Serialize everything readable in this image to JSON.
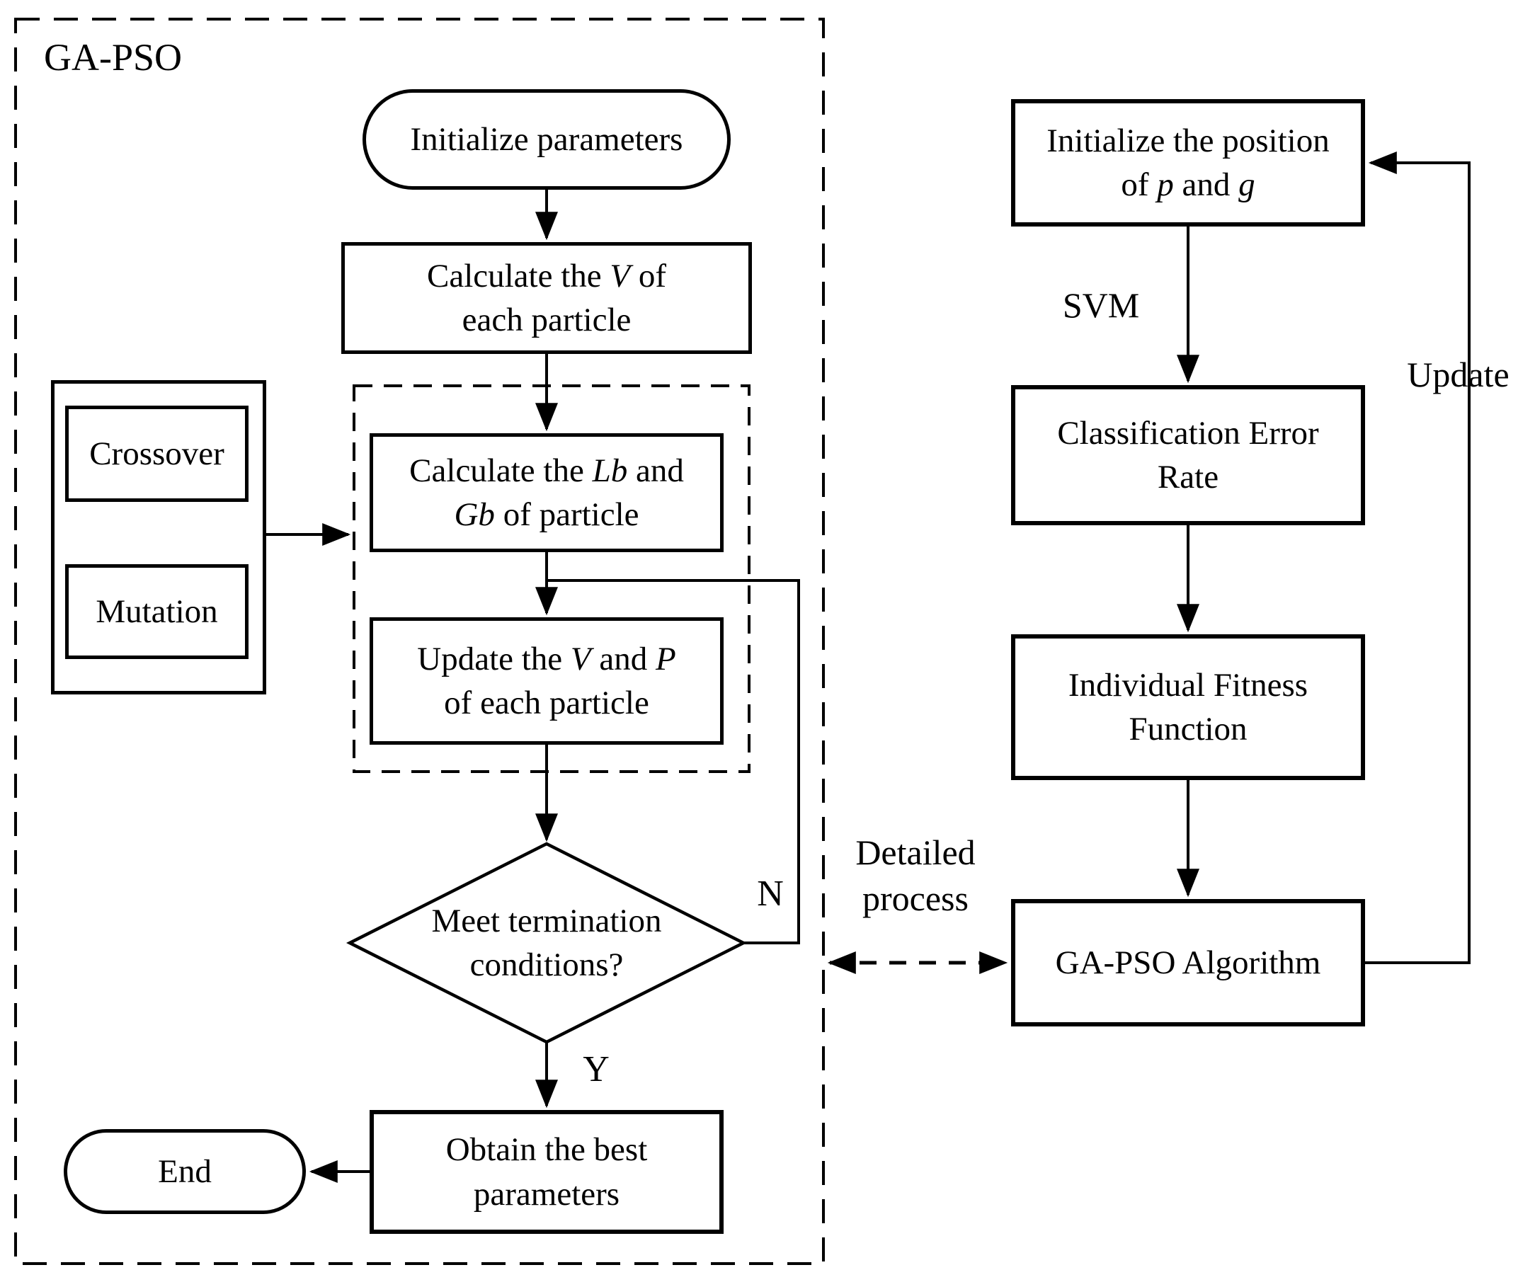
{
  "colors": {
    "stroke": "#000000",
    "background": "#ffffff"
  },
  "labels": {
    "group": "GA-PSO",
    "svm": "SVM",
    "update": "Update",
    "branch_no": "N",
    "branch_yes": "Y"
  },
  "annotations": {
    "detailed_process": {
      "lines": [
        [
          {
            "t": "Detailed"
          }
        ],
        [
          {
            "t": "process"
          }
        ]
      ]
    }
  },
  "nodes": {
    "init": {
      "lines": [
        [
          {
            "t": "Initialize parameters"
          }
        ]
      ]
    },
    "calc_v": {
      "lines": [
        [
          {
            "t": "Calculate the "
          },
          {
            "t": "V",
            "i": true
          },
          {
            "t": " of"
          }
        ],
        [
          {
            "t": "each particle"
          }
        ]
      ]
    },
    "lb_gb": {
      "lines": [
        [
          {
            "t": "Calculate the "
          },
          {
            "t": "Lb",
            "i": true
          },
          {
            "t": " and"
          }
        ],
        [
          {
            "t": "Gb",
            "i": true
          },
          {
            "t": " of particle"
          }
        ]
      ]
    },
    "update_vp": {
      "lines": [
        [
          {
            "t": "Update the "
          },
          {
            "t": "V",
            "i": true
          },
          {
            "t": " and "
          },
          {
            "t": "P",
            "i": true
          }
        ],
        [
          {
            "t": "of each particle"
          }
        ]
      ]
    },
    "decision": {
      "lines": [
        [
          {
            "t": "Meet termination"
          }
        ],
        [
          {
            "t": "conditions?"
          }
        ]
      ]
    },
    "obtain": {
      "lines": [
        [
          {
            "t": "Obtain the best"
          }
        ],
        [
          {
            "t": "parameters"
          }
        ]
      ]
    },
    "end": {
      "lines": [
        [
          {
            "t": "End"
          }
        ]
      ]
    },
    "crossover": {
      "lines": [
        [
          {
            "t": "Crossover"
          }
        ]
      ]
    },
    "mutation": {
      "lines": [
        [
          {
            "t": "Mutation"
          }
        ]
      ]
    },
    "init_position": {
      "lines": [
        [
          {
            "t": "Initialize the position"
          }
        ],
        [
          {
            "t": "of "
          },
          {
            "t": "p",
            "i": true
          },
          {
            "t": " and "
          },
          {
            "t": "g",
            "i": true
          }
        ]
      ]
    },
    "classification": {
      "lines": [
        [
          {
            "t": "Classification Error"
          }
        ],
        [
          {
            "t": "Rate"
          }
        ]
      ]
    },
    "fitness": {
      "lines": [
        [
          {
            "t": "Individual Fitness"
          }
        ],
        [
          {
            "t": "Function"
          }
        ]
      ]
    },
    "gapso_algorithm": {
      "lines": [
        [
          {
            "t": "GA-PSO Algorithm"
          }
        ]
      ]
    }
  }
}
